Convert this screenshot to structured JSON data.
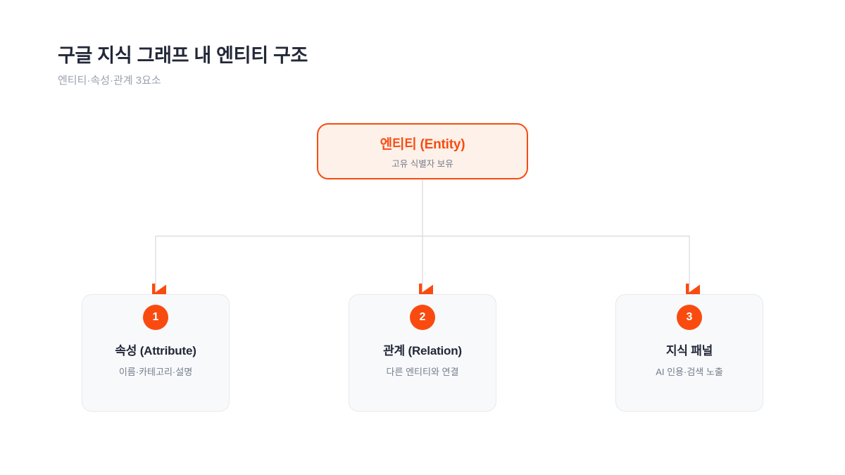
{
  "page": {
    "title": "구글 지식 그래프 내 엔티티 구조",
    "subtitle": "엔티티·속성·관계 3요소"
  },
  "root_node": {
    "title": "엔티티 (Entity)",
    "subtitle": "고유 식별자 보유"
  },
  "children": [
    {
      "number": "1",
      "title": "속성 (Attribute)",
      "subtitle": "이름·카테고리·설명"
    },
    {
      "number": "2",
      "title": "관계 (Relation)",
      "subtitle": "다른 엔티티와 연결"
    },
    {
      "number": "3",
      "title": "지식 패널",
      "subtitle": "AI 인용·검색 노출"
    }
  ],
  "colors": {
    "accent": "#F94B10",
    "root_fill": "#FDF1EA",
    "connector": "#D4D8DD",
    "heading": "#222838",
    "muted": "#9AA1AC",
    "child_fill": "#F8F9FB",
    "child_border": "#E7E9ED",
    "child_subtitle": "#747D8B"
  }
}
